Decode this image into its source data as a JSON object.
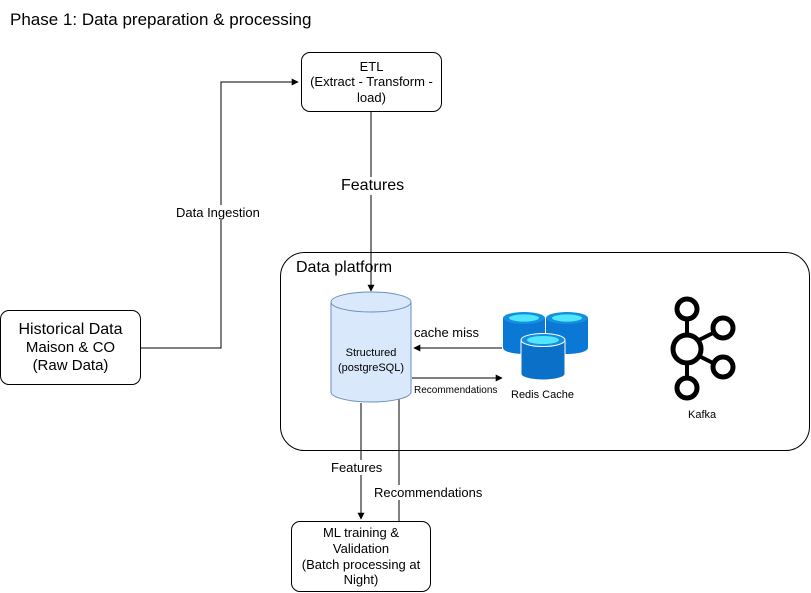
{
  "title": "Phase 1: Data preparation & processing",
  "nodes": {
    "etl": {
      "lines": [
        "ETL",
        "(Extract - Transform -",
        "load)"
      ]
    },
    "historical": {
      "line1": "Historical Data",
      "line2": "Maison & CO",
      "line3": "(Raw Data)"
    },
    "platform": {
      "label": "Data platform"
    },
    "db": {
      "lines": [
        "Structured",
        "(postgreSQL)"
      ]
    },
    "redis": {
      "label": "Redis Cache"
    },
    "kafka": {
      "label": "Kafka"
    },
    "ml": {
      "lines": [
        "ML training &",
        "Validation",
        "(Batch processing at",
        "Night)"
      ]
    }
  },
  "edges": {
    "ingestion": "Data Ingestion",
    "features_top": "Features",
    "cache_miss": "cache miss",
    "recommendations_right": "Recommendations",
    "features_bottom": "Features",
    "recommendations_bottom": "Recommendations"
  },
  "colors": {
    "cylinder_fill": "#dae8fc",
    "cylinder_stroke": "#6c8ebf",
    "redis_dark": "#0a78d4",
    "redis_top": "#50e6ff"
  }
}
